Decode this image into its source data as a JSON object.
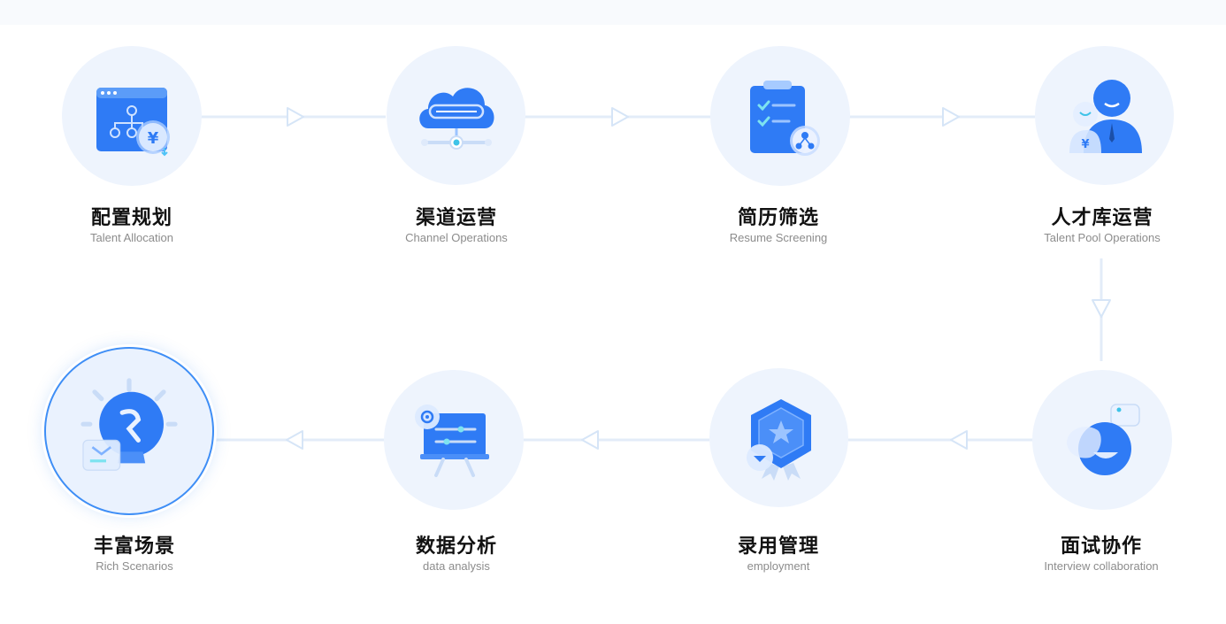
{
  "steps": [
    {
      "title": "配置规划",
      "subtitle": "Talent Allocation",
      "icon": "org-chart-icon"
    },
    {
      "title": "渠道运营",
      "subtitle": "Channel Operations",
      "icon": "cloud-icon"
    },
    {
      "title": "简历筛选",
      "subtitle": "Resume Screening",
      "icon": "clipboard-checklist-icon"
    },
    {
      "title": "人才库运营",
      "subtitle": "Talent Pool Operations",
      "icon": "person-icon"
    },
    {
      "title": "面试协作",
      "subtitle": "Interview collaboration",
      "icon": "chat-bubble-icon"
    },
    {
      "title": "录用管理",
      "subtitle": "employment",
      "icon": "badge-star-icon"
    },
    {
      "title": "数据分析",
      "subtitle": "data analysis",
      "icon": "presentation-board-icon"
    },
    {
      "title": "丰富场景",
      "subtitle": "Rich Scenarios",
      "icon": "lightbulb-icon"
    }
  ],
  "colors": {
    "accent": "#3e8ef6",
    "icon_blue": "#2f7bf5",
    "circle_bg": "#eef4fd",
    "connector": "#e4edf8"
  }
}
